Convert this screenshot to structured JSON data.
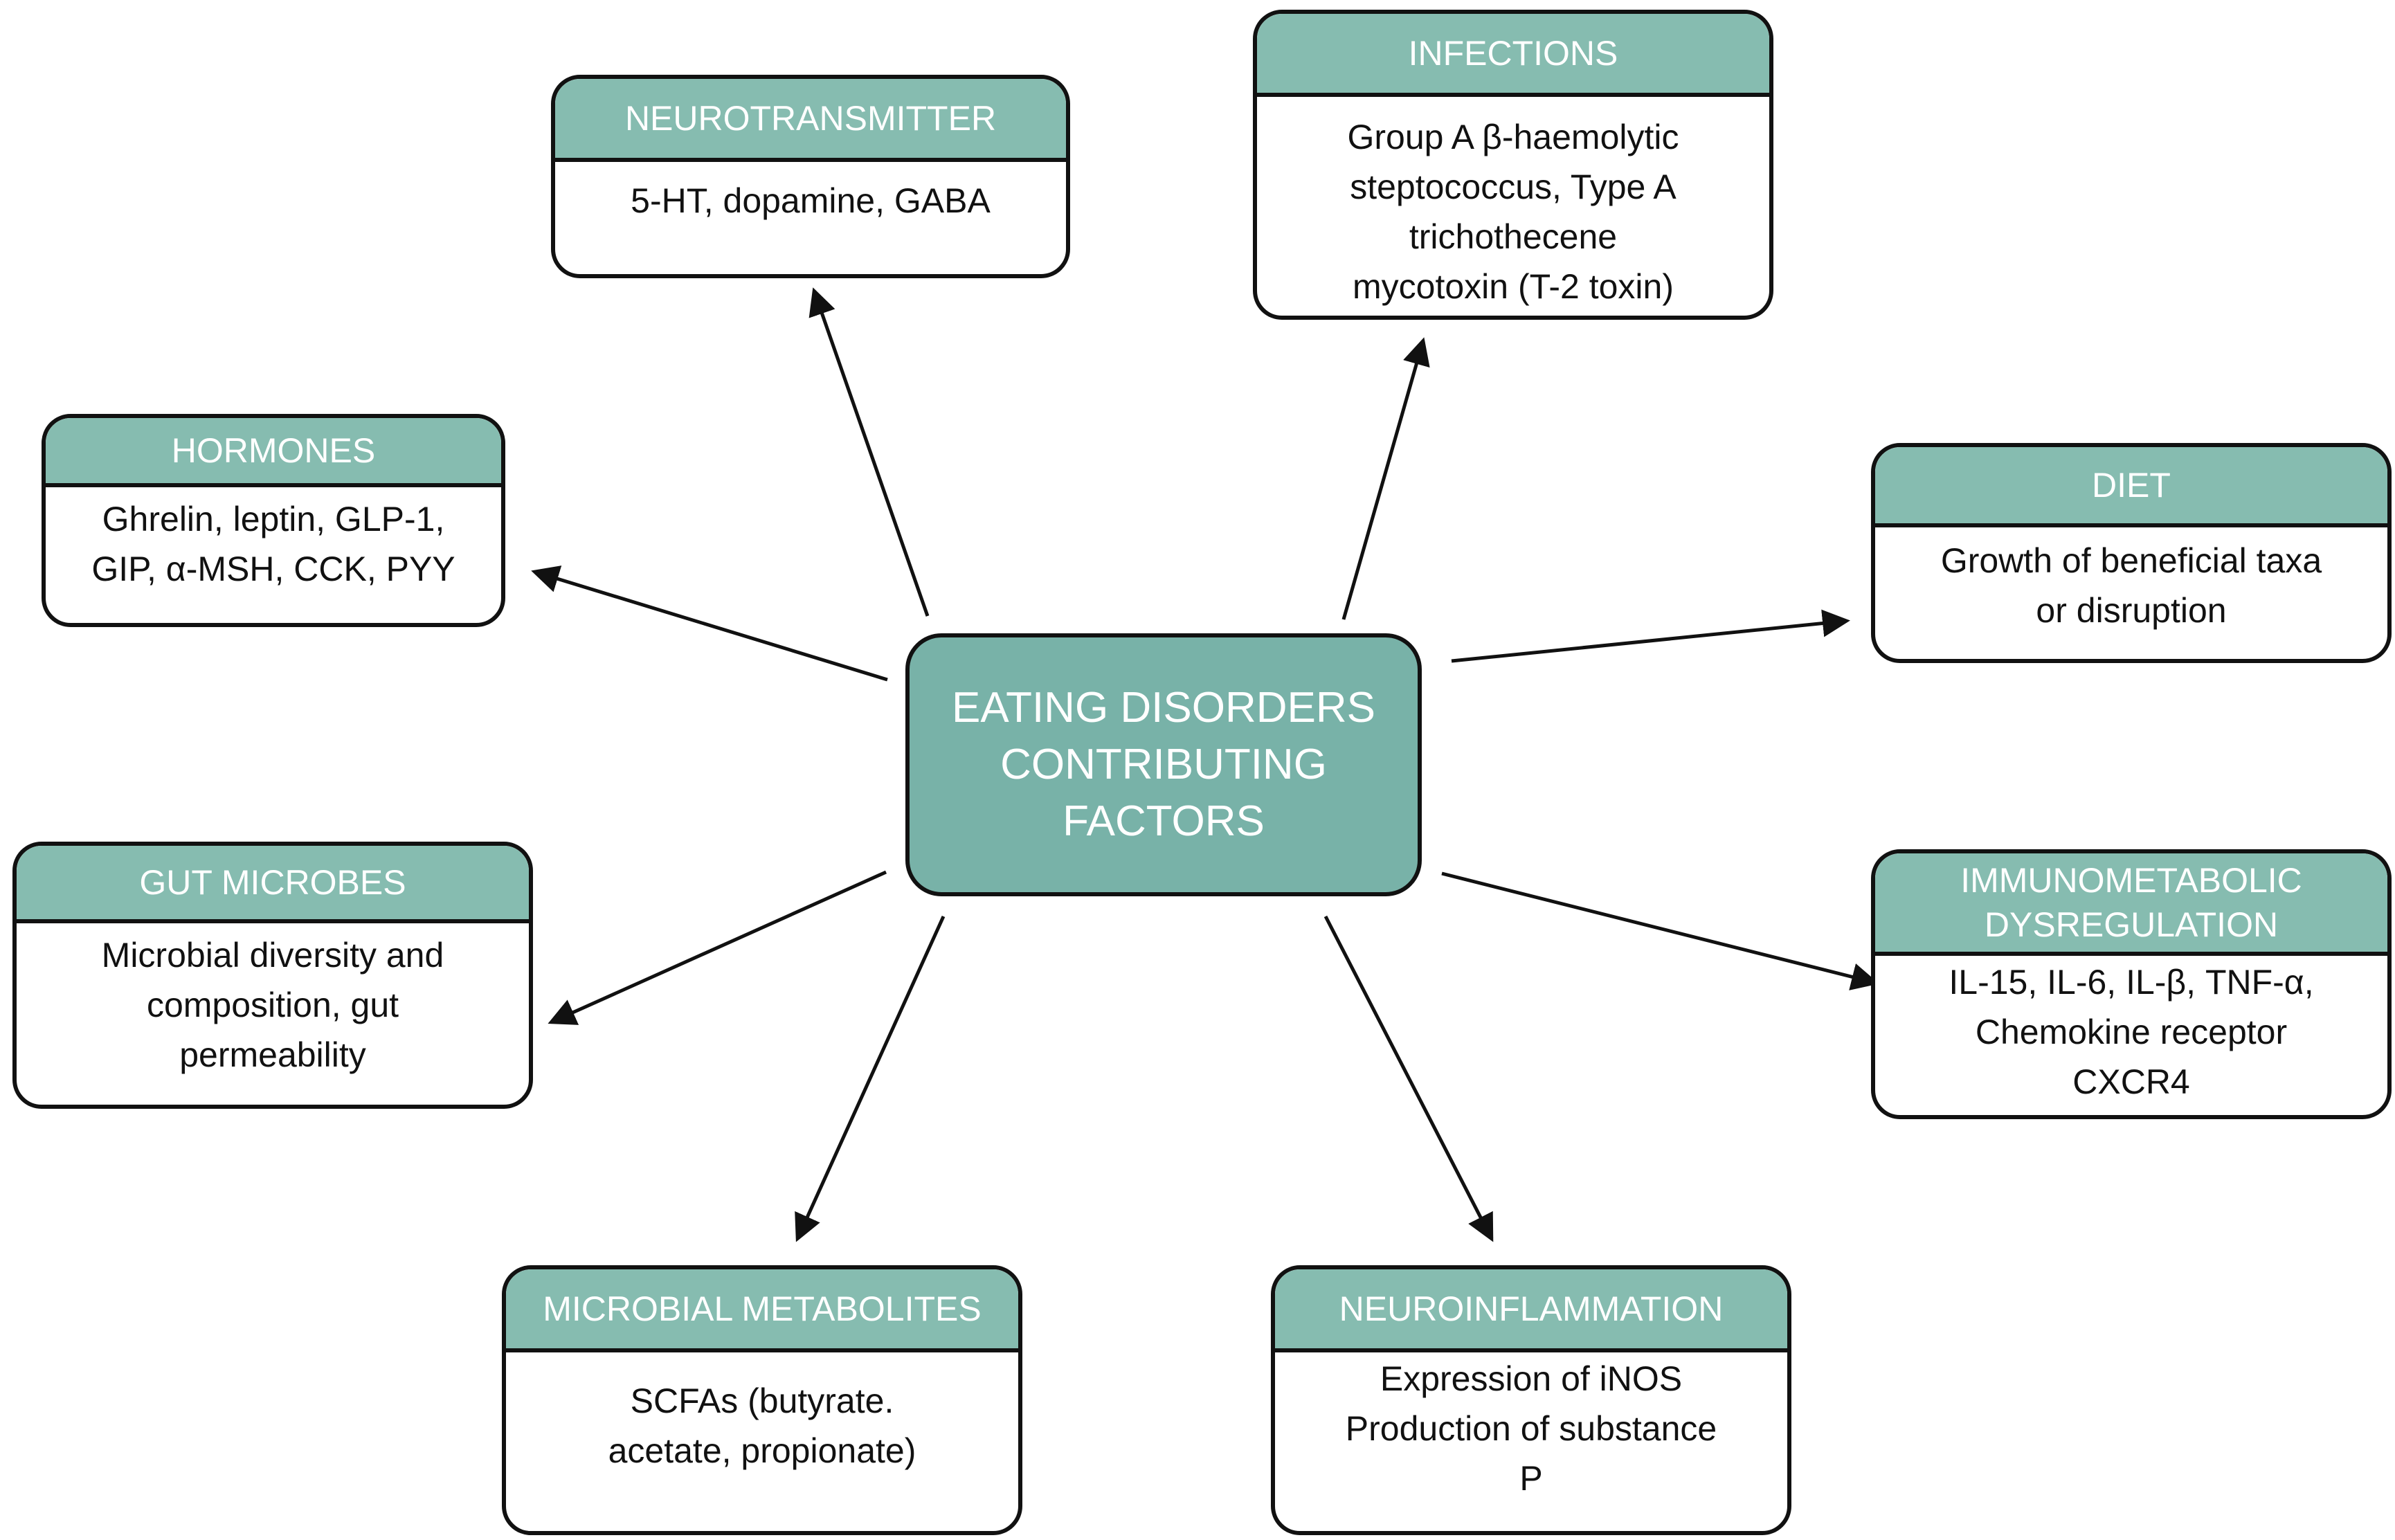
{
  "center": {
    "lines": [
      "EATING DISORDERS",
      "CONTRIBUTING",
      "FACTORS"
    ]
  },
  "factors": {
    "neurotransmitter": {
      "title": "NEUROTRANSMITTER",
      "lines": [
        "5-HT, dopamine, GABA"
      ]
    },
    "infections": {
      "title": "INFECTIONS",
      "lines": [
        "Group A β-haemolytic",
        "steptococcus, Type A",
        "trichothecene",
        "mycotoxin (T-2 toxin)"
      ]
    },
    "hormones": {
      "title": "HORMONES",
      "lines": [
        "Ghrelin, leptin, GLP-1,",
        "GIP, α-MSH, CCK, PYY"
      ]
    },
    "diet": {
      "title": "DIET",
      "lines": [
        "Growth of beneficial taxa",
        "or disruption"
      ]
    },
    "gut_microbes": {
      "title": "GUT MICROBES",
      "lines": [
        "Microbial diversity and",
        "composition, gut",
        "permeability"
      ]
    },
    "immunometabolic": {
      "title_lines": [
        "IMMUNOMETABOLIC",
        "DYSREGULATION"
      ],
      "lines": [
        "IL-15, IL-6, IL-β, TNF-α,",
        "Chemokine receptor",
        "CXCR4"
      ]
    },
    "microbial_metabolites": {
      "title": "MICROBIAL METABOLITES",
      "lines": [
        "SCFAs (butyrate.",
        "acetate, propionate)"
      ]
    },
    "neuroinflammation": {
      "title": "NEUROINFLAMMATION",
      "lines": [
        "Expression of iNOS",
        "Production of substance",
        "P"
      ]
    }
  },
  "colors": {
    "header_fill": "#86bcb0",
    "center_fill": "#78b2a8",
    "border": "#111111",
    "header_text": "#ffffff",
    "body_text": "#111111"
  }
}
